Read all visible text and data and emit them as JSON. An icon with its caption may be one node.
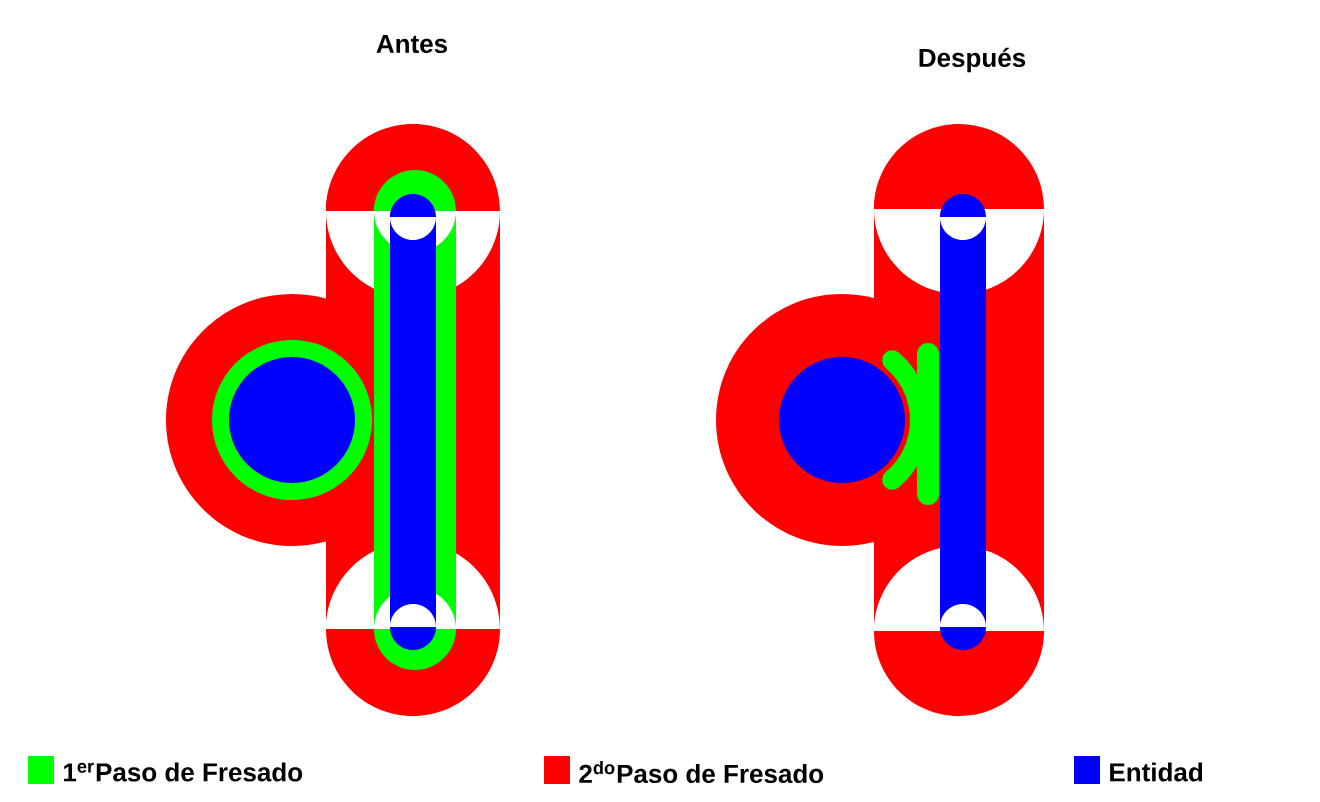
{
  "diagram": {
    "labels": [
      "Antes",
      "Después"
    ],
    "legend": [
      {
        "text": "1$^{er}$Paso de Fresado",
        "color": "#00ff00"
      },
      {
        "text": "2$^{do}$Paso de Fresado",
        "color": "#ff0000"
      },
      {
        "text": "Entidad",
        "color": "#0000ff"
      }
    ]
  }
}
